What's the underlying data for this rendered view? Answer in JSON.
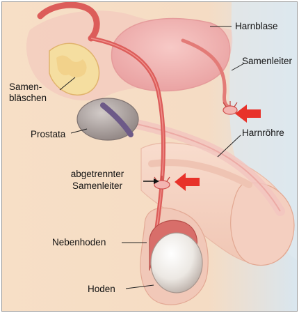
{
  "labels": {
    "harnblase": "Harnblase",
    "samenleiter": "Samenleiter",
    "samenblaeschen_line1": "Samen-",
    "samenblaeschen_line2": "bläschen",
    "prostata": "Prostata",
    "harnroehre": "Harnröhre",
    "abgetrennt_line1": "abgetrennter",
    "abgetrennt_line2": "Samenleiter",
    "nebenhoden": "Nebenhoden",
    "hoden": "Hoden"
  },
  "colors": {
    "background": "#f6dcc0",
    "tissue": "#f1b9ab",
    "tissue_dark": "#d86e6a",
    "duct": "#dc5d5a",
    "prostate": "#b3a9a6",
    "seminal_vesicle": "#f5dea0",
    "arrow": "#e8322a",
    "skin_shade": "#cfe1ec"
  }
}
